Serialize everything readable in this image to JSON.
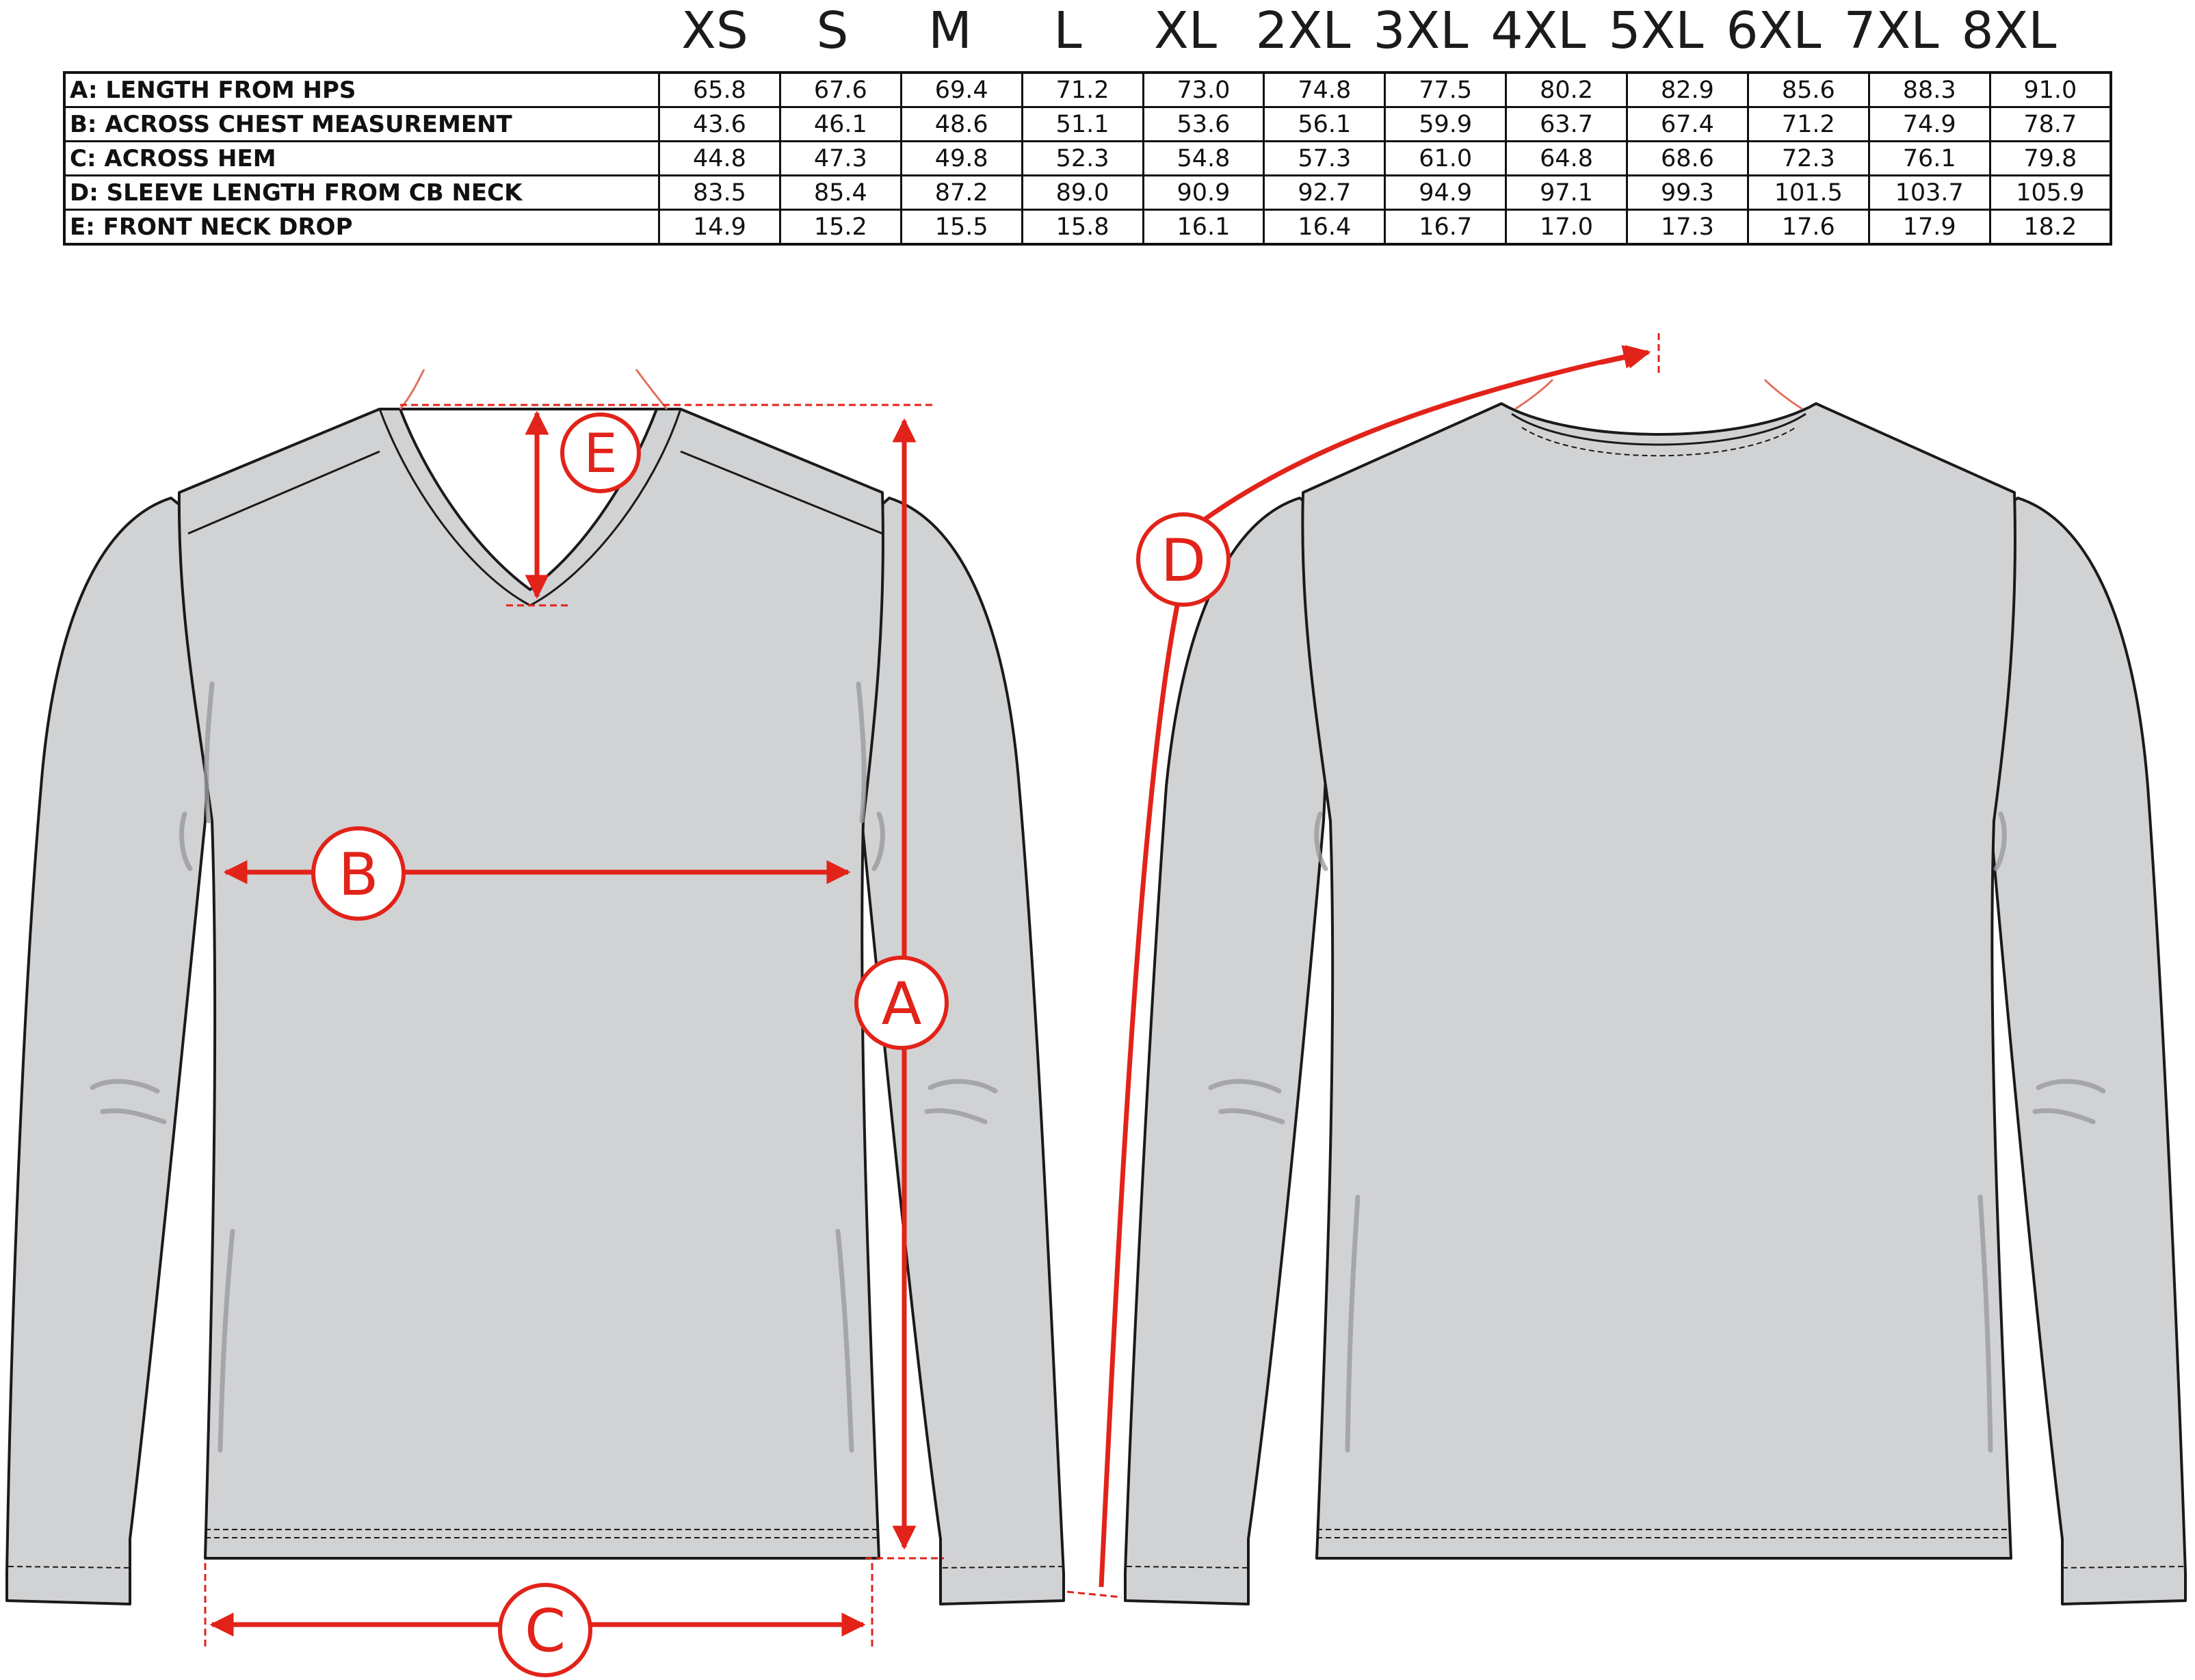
{
  "sizes": [
    "XS",
    "S",
    "M",
    "L",
    "XL",
    "2XL",
    "3XL",
    "4XL",
    "5XL",
    "6XL",
    "7XL",
    "8XL"
  ],
  "rows": [
    {
      "label": "A: LENGTH FROM HPS",
      "values": [
        "65.8",
        "67.6",
        "69.4",
        "71.2",
        "73.0",
        "74.8",
        "77.5",
        "80.2",
        "82.9",
        "85.6",
        "88.3",
        "91.0"
      ]
    },
    {
      "label": "B: ACROSS CHEST MEASUREMENT",
      "values": [
        "43.6",
        "46.1",
        "48.6",
        "51.1",
        "53.6",
        "56.1",
        "59.9",
        "63.7",
        "67.4",
        "71.2",
        "74.9",
        "78.7"
      ]
    },
    {
      "label": "C: ACROSS HEM",
      "values": [
        "44.8",
        "47.3",
        "49.8",
        "52.3",
        "54.8",
        "57.3",
        "61.0",
        "64.8",
        "68.6",
        "72.3",
        "76.1",
        "79.8"
      ]
    },
    {
      "label": "D: SLEEVE LENGTH FROM CB NECK",
      "values": [
        "83.5",
        "85.4",
        "87.2",
        "89.0",
        "90.9",
        "92.7",
        "94.9",
        "97.1",
        "99.3",
        "101.5",
        "103.7",
        "105.9"
      ]
    },
    {
      "label": "E: FRONT NECK DROP",
      "values": [
        "14.9",
        "15.2",
        "15.5",
        "15.8",
        "16.1",
        "16.4",
        "16.7",
        "17.0",
        "17.3",
        "17.6",
        "17.9",
        "18.2"
      ]
    }
  ],
  "markers": {
    "a": "A",
    "b": "B",
    "c": "C",
    "d": "D",
    "e": "E"
  },
  "colors": {
    "garment": "#d1d2d4",
    "outline": "#1a1a1a",
    "marker": "#e2231a",
    "text": "#111111"
  }
}
